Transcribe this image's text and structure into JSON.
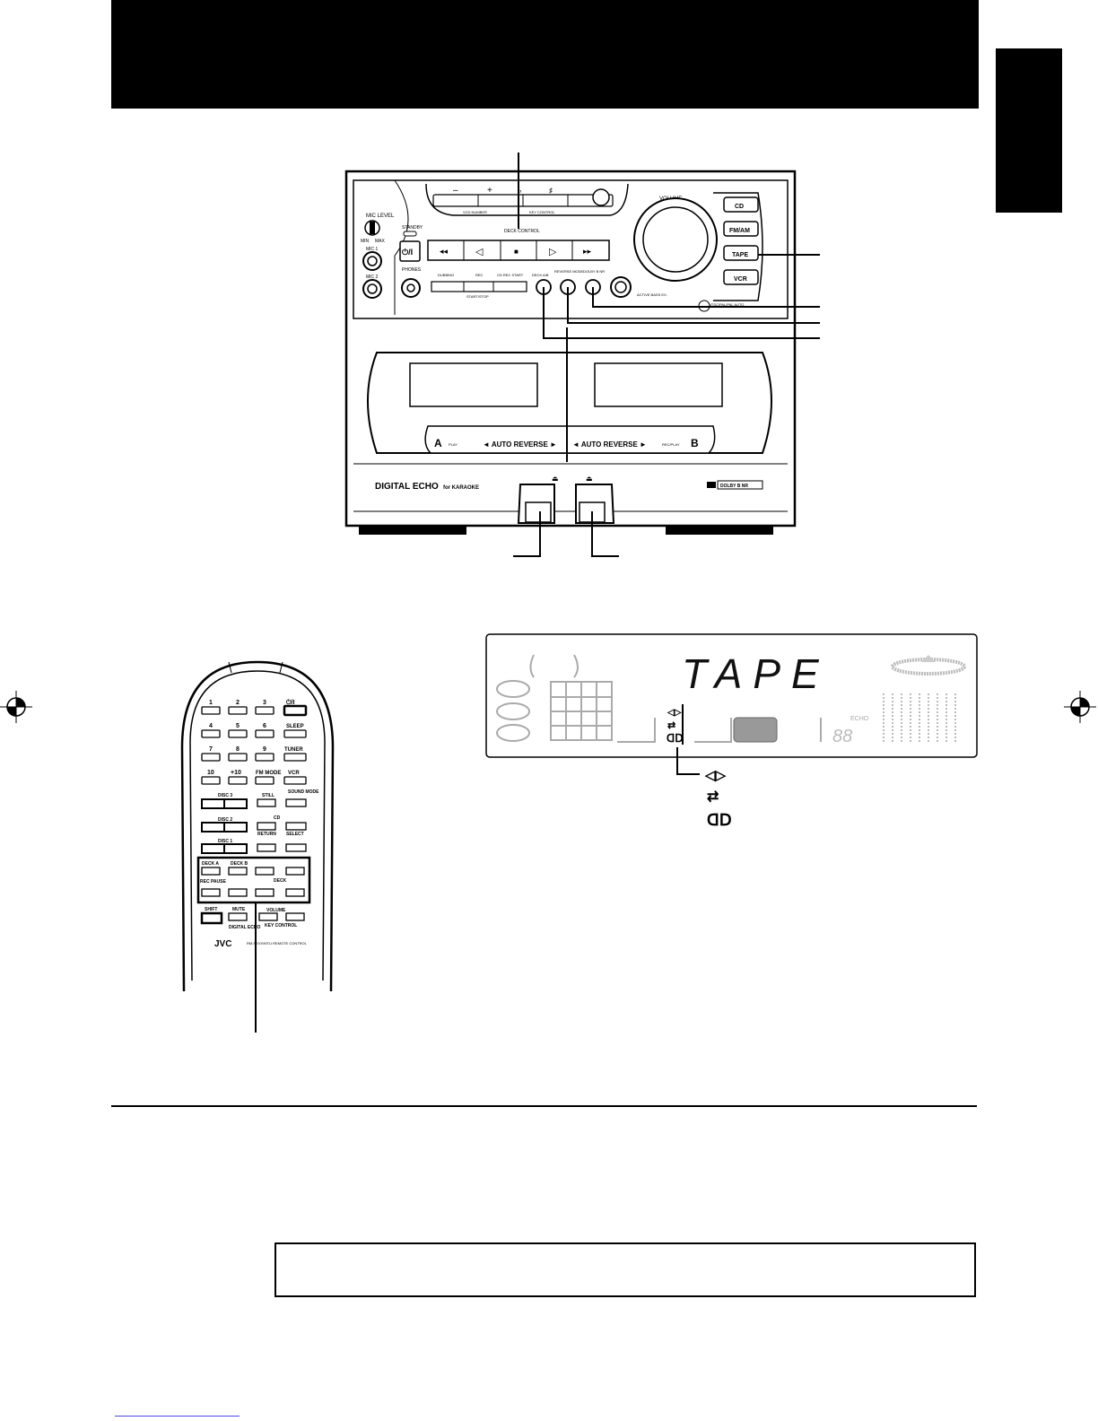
{
  "main_unit": {
    "mic_level": "MIC LEVEL",
    "min": "MIN",
    "max": "MAX",
    "mic1": "MIC 1",
    "mic2": "MIC 2",
    "standby": "STANDBY",
    "power": "⏻/I",
    "phones": "PHONES",
    "deck_control": "DECK CONTROL",
    "minus": "–",
    "plus": "+",
    "flat": "♭",
    "sharp": "♯",
    "vcd_number": "VCD NUMBER",
    "key_control": "KEY CONTROL",
    "volume": "VOLUME",
    "dubbing": "DUBBING",
    "rec": "REC",
    "cd_rec_start": "CD REC START",
    "start_stop": "START/STOP",
    "deck_ab": "DECK A/B",
    "reverse_mode": "REVERSE MODE",
    "dolby_nr": "DOLBY B NR",
    "active_bass": "ACTIVE BASS EX.",
    "ntsc": "NTSC/PAL/PAL AUTO",
    "source_buttons": [
      "CD",
      "FM/AM",
      "TAPE",
      "VCR"
    ],
    "deck_a": "A",
    "deck_b": "B",
    "play": "PLAY",
    "rec_play": "REC/PLAY",
    "auto_reverse_left": "◄ AUTO REVERSE ►",
    "auto_reverse_right": "◄ AUTO REVERSE ►",
    "digital_echo": "DIGITAL ECHO",
    "for_karaoke": "for KARAOKE",
    "dolby_b_nr": "DOLBY B NR",
    "eject": "⏏"
  },
  "remote": {
    "rows": [
      [
        "1",
        "2",
        "3",
        "⏻/I"
      ],
      [
        "4",
        "5",
        "6",
        "SLEEP"
      ],
      [
        "7",
        "8",
        "9",
        "TUNER"
      ],
      [
        "10",
        "+10",
        "FM MODE",
        "VCR"
      ]
    ],
    "disc3": "DISC 3",
    "disc2": "DISC 2",
    "disc1": "DISC 1",
    "still": "STILL",
    "sound_mode": "SOUND MODE",
    "cd": "CD",
    "return": "RETURN",
    "select": "SELECT",
    "deck_a": "DECK A",
    "deck_b": "DECK B",
    "rec_pause": "REC PAUSE",
    "deck": "DECK",
    "shift": "SHIFT",
    "mute": "MUTE",
    "volume": "VOLUME",
    "digital_echo": "DIGITAL ECHO",
    "key_control": "KEY CONTROL",
    "brand": "JVC",
    "model": "RM-SEVX90TU REMOTE CONTROL"
  },
  "display": {
    "source": "TAPE",
    "echo": "ECHO",
    "digits": "88"
  },
  "legend": {
    "items": [
      "◁▷",
      "⇄",
      "ᗡᗞ"
    ]
  }
}
